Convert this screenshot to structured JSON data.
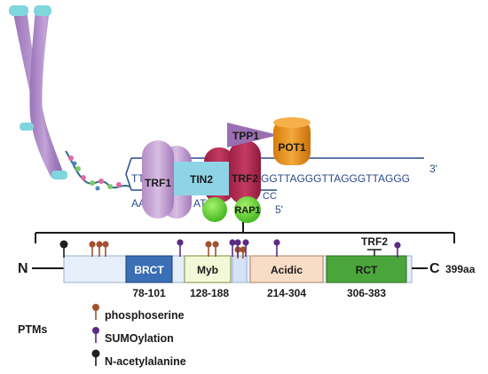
{
  "shelterin": {
    "trf1_left": "TRF1",
    "tin2": "TIN2",
    "trf2": "TRF2",
    "tpp1": "TPP1",
    "pot1": "POT1",
    "rap1": "RAP1"
  },
  "dna": {
    "top_left": "TT",
    "top_right": "GGTTAGGGTTAGGGTTAGGG",
    "top_end": "3'",
    "bottom_left": "AA",
    "bottom_mid": "AT",
    "bottom_right": "CC",
    "bottom_end": "5'"
  },
  "protein": {
    "n_term": "N",
    "c_term": "C",
    "length": "399aa",
    "domains": [
      {
        "name": "BRCT",
        "range": "78-101",
        "color": "#3a6fb5"
      },
      {
        "name": "Myb",
        "range": "128-188",
        "color": "#f3f9d8"
      },
      {
        "name": "Acidic",
        "range": "214-304",
        "color": "#f7dcc6"
      },
      {
        "name": "RCT",
        "range": "306-383",
        "color": "#4aa53a"
      }
    ],
    "trf2_binding_label": "TRF2",
    "backbone_color": "#e6eefa"
  },
  "legend": {
    "title": "PTMs",
    "items": [
      {
        "label": "phosphoserine",
        "color": "#a0522d"
      },
      {
        "label": "SUMOylation",
        "color": "#5b2c83"
      },
      {
        "label": "N-acetylalanine",
        "color": "#1f1f1f"
      }
    ]
  }
}
